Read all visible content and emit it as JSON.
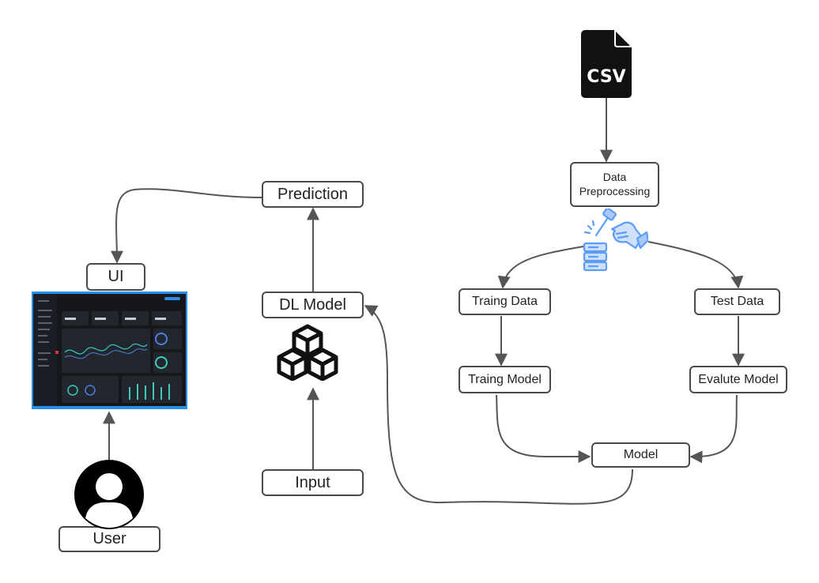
{
  "nodes": {
    "prediction": "Prediction",
    "ui": "UI",
    "dl_model": "DL Model",
    "input": "Input",
    "user": "User",
    "csv": "CSV",
    "data_preprocessing_line1": "Data",
    "data_preprocessing_line2": "Preprocessing",
    "training_data": "Traing Data",
    "test_data": "Test Data",
    "training_model": "Traing Model",
    "evaluate_model": "Evalute Model",
    "model": "Model"
  },
  "colors": {
    "border": "#4a4a4a",
    "arrow": "#555555",
    "tool_blue": "#5b9cf5",
    "dashboard_frame": "#2a8fe8",
    "dashboard_bg": "#15171c"
  },
  "icons": [
    "csv-file-icon",
    "data-tools-icon",
    "cubes-icon",
    "user-avatar-icon",
    "dashboard-screenshot"
  ]
}
